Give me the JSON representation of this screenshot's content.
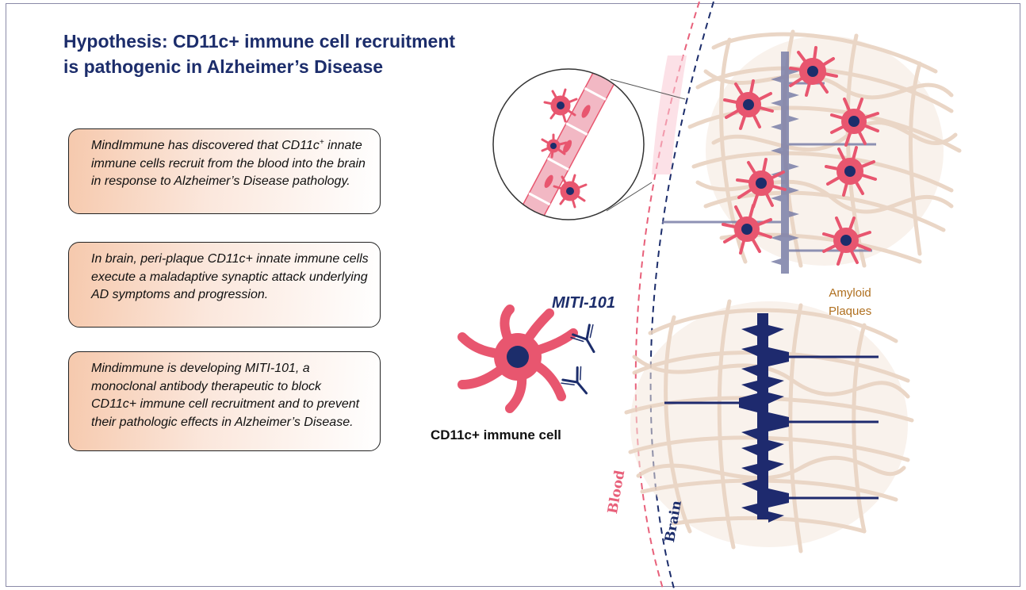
{
  "title": {
    "line1": "Hypothesis:  CD11c+ immune cell recruitment",
    "line2": "is pathogenic in Alzheimer’s Disease"
  },
  "boxes": [
    {
      "text_before_sup": "MindImmune has discovered that CD11c",
      "sup": "+",
      "text_after_sup": " innate immune cells recruit from the blood into the brain in response to Alzheimer’s Disease pathology."
    },
    {
      "text": "In brain, peri-plaque CD11c+ innate immune cells execute a maladaptive synaptic attack underlying AD symptoms and progression."
    },
    {
      "text": "Mindimmune is developing MITI-101, a monoclonal antibody therapeutic to block CD11c+ immune cell recruitment and to prevent their pathologic effects in Alzheimer’s Disease."
    }
  ],
  "labels": {
    "antibody": "MITI-101",
    "immune_cell": "CD11c+ immune cell",
    "amyloid_line1": "Amyloid",
    "amyloid_line2": "Plaques",
    "blood": "Blood",
    "brain": "Brain"
  },
  "colors": {
    "title": "#1c2d6b",
    "cell": "#e8566f",
    "nucleus": "#1c2d6b",
    "blood_line": "#e8607a",
    "brain_line": "#1c2d6b",
    "plaque": "#e8d2c0",
    "neuron_faded": "#7b7fa8",
    "neuron": "#1e2a6e",
    "amyloid_label": "#b07020"
  }
}
